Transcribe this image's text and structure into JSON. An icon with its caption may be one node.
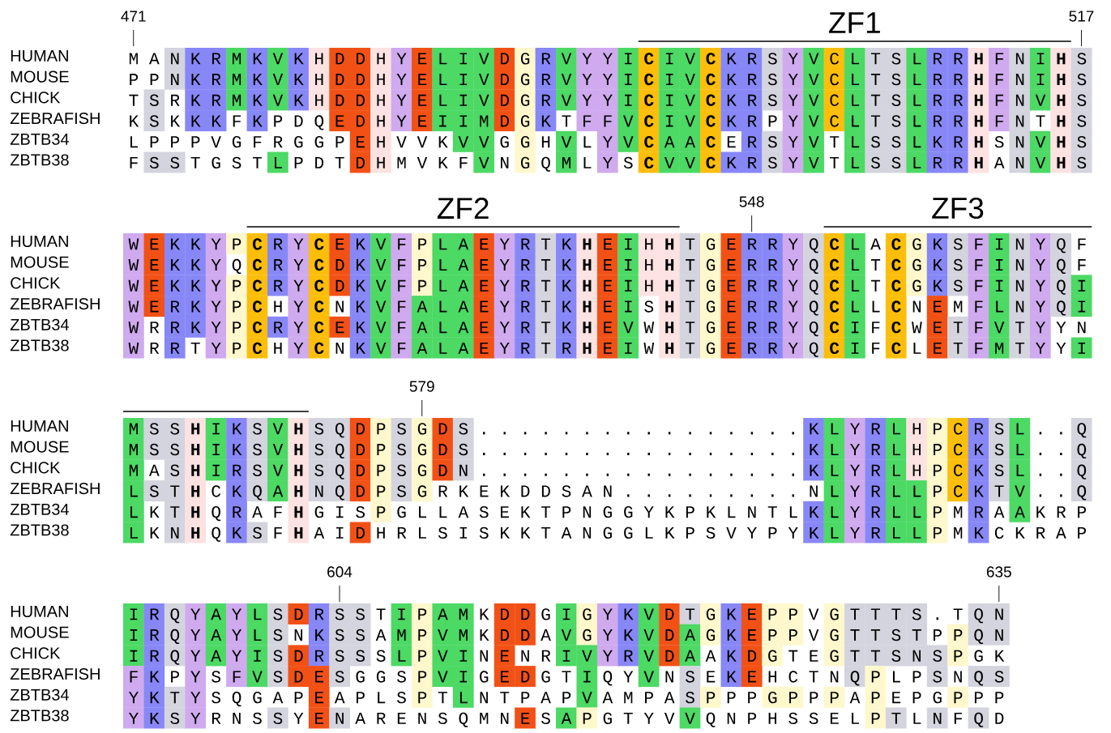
{
  "diagram": {
    "labels": [
      "471",
      "ZF1",
      "517",
      "HUMAN",
      "M A N K R M K V K H D D H Y E L I V D G R V Y Y I **C** I V **C** K R S Y V C L T S L R R **H** F N I **H** S",
      "MOUSE",
      "P P N K R M K V K H D D H Y E L I V D G R V Y Y I **C** I V **C** K R S Y V C L T S L R R **H** F N I **H** S",
      "CHICK",
      "T S R K R M K V K H D D H Y E L I V D G R V Y Y I **C** I V **C** K R S Y V C L T S L R R **H** F N V **H** S",
      "ZEBRAFISH",
      "K S K K K F K P D Q E D H Y E I I M D G K T F F V **C** I V **C** K R P Y V C L T S L R R **H** F N T **H** S",
      "ZBTB34",
      "L P P P V G F R G G P E H V V K V V G G H V L Y V **C** A A **C** E R S Y V T L S S L K R **H** S N V **H** S",
      "ZBTB38",
      "F S S T G S T L P D T D H M V K F V N G Q M L Y S **C** V V **C** K R S Y V T L S S L R R **H** A N V **H** S",
      "ZF2",
      "548",
      "ZF3",
      "HUMAN",
      "W E K K Y P **C** R Y **C** E K V F P L A E Y R T K **H** E I H **H** T G E R R Y Q **C** L A **C** G K S F I N Y Q F",
      "MOUSE",
      "W E K K Y Q **C** R Y **C** D K V F P L A E Y R T K **H** E I H **H** T G E R R Y Q **C** L T **C** G K S F I N Y Q F",
      "CHICK",
      "W E K K Y P **C** R Y **C** D K V F P L A E Y R T K **H** E I H **H** T G E R R Y Q **C** L T **C** G K S F I N Y Q I",
      "ZEBRAFISH",
      "W E R K Y P **C** H Y **C** N K V F A L A E Y R T K **H** E I S **H** T G E R R Y Q **C** L L **C** N E M F L N Y Q I",
      "ZBTB34",
      "W R R K Y P **C** R Y **C** E K V F A L A E Y R T K **H** E V W **H** T G E R R Y Q **C** I F **C** W E T F V T Y Y N",
      "ZBTB38",
      "W R R T Y P **C** H Y **C** N K V F A L A E Y R T R **H** E I W **H** T G E R R Y Q **C** I F **C** L E T F M T Y Y I",
      "579",
      "HUMAN",
      "M S S **H** I K S V **H** S Q D P S G D S . . . . . . . . . . . . . . . . K L Y R L H P C R S L . . Q",
      "MOUSE",
      "M S S **H** I K S V **H** S Q D P S G D S . . . . . . . . . . . . . . . . K L Y R L H P C K S L . . Q",
      "CHICK",
      "M A S **H** I R S V **H** S Q D P S G D N . . . . . . . . . . . . . . . . K L Y R L H P C K S L . . Q",
      "ZEBRAFISH",
      "L S T **H** C K Q A **H** N Q D P S G R K E K D D S A N . . . . . . . . . N L Y R L L P C K T V . . Q",
      "ZBTB34",
      "L K T **H** Q R A F **H** G I S P G L L A S E K T P N G G Y K P K L N T L K L Y R L L P M R A A K R P",
      "ZBTB38",
      "L K N **H** Q K S F **H** A I D H R L S I S K K T A N G G L K P S V Y P Y K L Y R L L P M K C K R A P",
      "604",
      "635",
      "HUMAN",
      "I R Q Y A Y L S D R S S T I P A M K D D G I G Y K V D T G K E P P V G T T T S . T Q N",
      "MOUSE",
      "I R Q Y A Y L S N K S S A M P V M K D D A V G Y K V D A G K E P P V G T T S T P P Q N",
      "CHICK",
      "I R Q Y A Y I S D R S S S L P V I N E N R I V Y R V D A A K D G T E G T T S N S P G K",
      "ZEBRAFISH",
      "F K P Y S F V S D E S G G S P V I G E D G T I Q Y V N S E K E H C T N Q P L P S N Q S",
      "ZBTB34",
      "Y K T Y S Q G A P E A P L S P T L N T P A P V A M P A S P P P G P P P A P E P G P P P",
      "ZBTB38",
      "Y K S Y R N S S Y E N A R E N S Q M N E S A P G T Y V V Q N P H S S E L P T L N F Q D"
    ]
  }
}
